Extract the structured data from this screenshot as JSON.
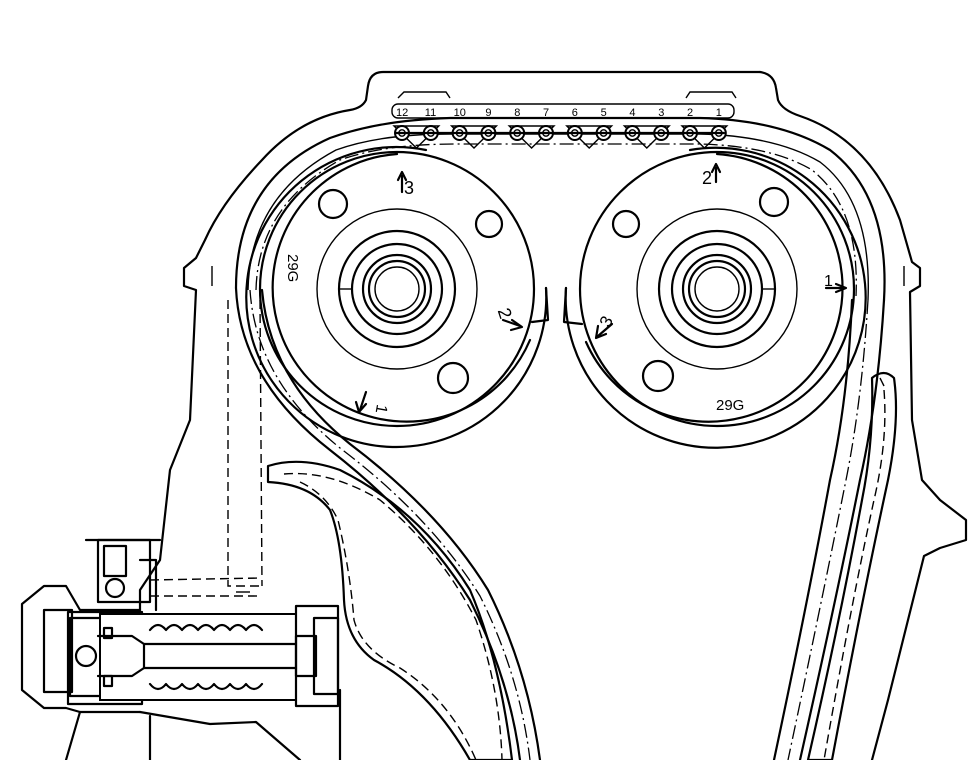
{
  "colors": {
    "line": "#000000",
    "background": "#ffffff"
  },
  "chain_link_numbers": [
    "12",
    "11",
    "10",
    "9",
    "8",
    "7",
    "6",
    "5",
    "4",
    "3",
    "2",
    "1"
  ],
  "left_sprocket": {
    "marks": [
      {
        "id": "mark-3",
        "label": "3"
      },
      {
        "id": "mark-2",
        "label": "2"
      },
      {
        "id": "mark-1",
        "label": "1"
      }
    ],
    "code": "29G"
  },
  "right_sprocket": {
    "marks": [
      {
        "id": "mark-2",
        "label": "2"
      },
      {
        "id": "mark-3",
        "label": "3"
      },
      {
        "id": "mark-1",
        "label": "1"
      }
    ],
    "code": "29G"
  }
}
